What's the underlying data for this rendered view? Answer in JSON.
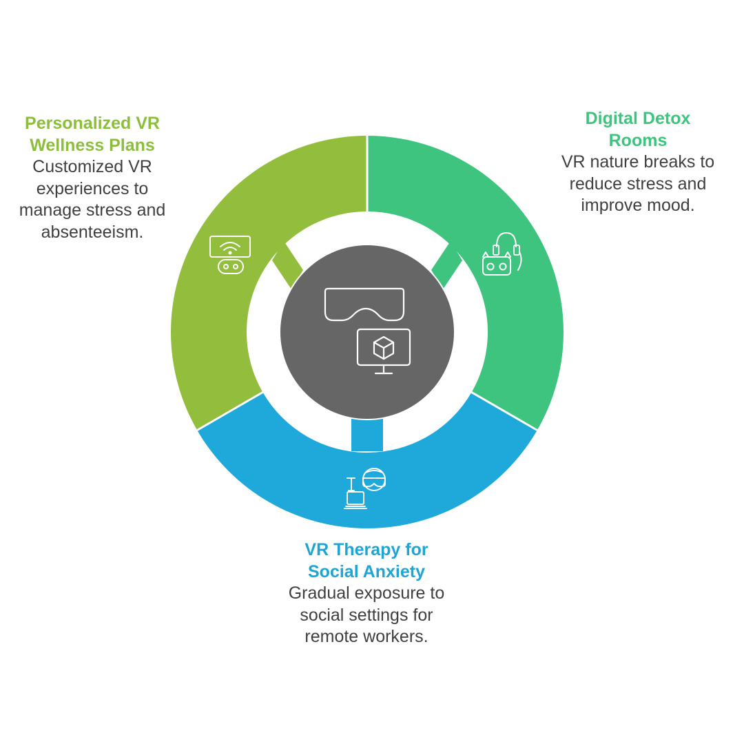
{
  "segments": [
    {
      "id": "wellness",
      "title": "Personalized VR Wellness Plans",
      "description": "Customized VR experiences to manage stress and absenteeism.",
      "color": "#93bd3c",
      "icon": "vr-headset-wifi-icon"
    },
    {
      "id": "detox",
      "title": "Digital Detox Rooms",
      "description": "VR nature breaks to reduce stress and improve mood.",
      "color": "#3ec47f",
      "icon": "vr-headset-headphones-icon"
    },
    {
      "id": "therapy",
      "title": "VR Therapy for Social Anxiety",
      "description": "Gradual exposure to social settings for remote workers.",
      "color": "#1fa9db",
      "icon": "vr-remote-laptop-icon"
    }
  ],
  "center": {
    "color": "#666666",
    "icon": "vr-headset-monitor-cube-icon"
  }
}
